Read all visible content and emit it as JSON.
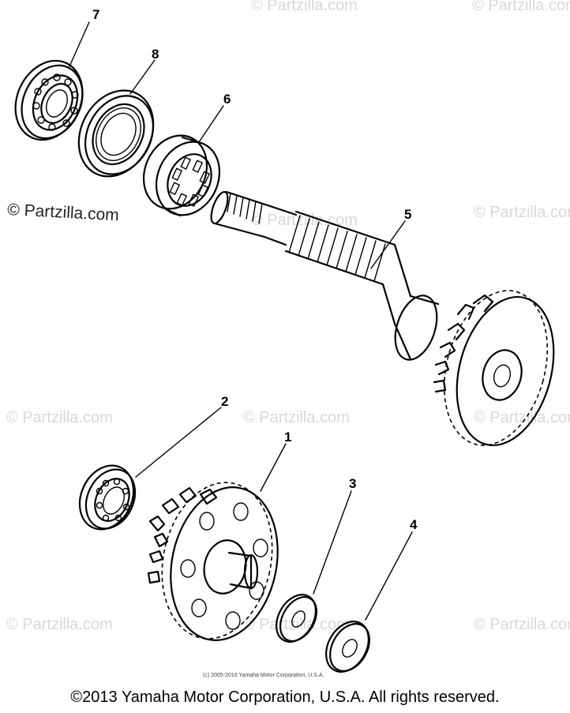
{
  "watermarks": {
    "text": "© Partzilla.com",
    "strong_text": "© Partzilla.com"
  },
  "callouts": [
    {
      "id": "callout-7",
      "label": "7"
    },
    {
      "id": "callout-8",
      "label": "8"
    },
    {
      "id": "callout-6",
      "label": "6"
    },
    {
      "id": "callout-5",
      "label": "5"
    },
    {
      "id": "callout-2",
      "label": "2"
    },
    {
      "id": "callout-1",
      "label": "1"
    },
    {
      "id": "callout-3",
      "label": "3"
    },
    {
      "id": "callout-4",
      "label": "4"
    }
  ],
  "footer": {
    "small_copyright": "(c) 2005-2016 Yamaha Motor Corporation, U.S.A.",
    "copyright": "©2013 Yamaha Motor Corporation, U.S.A. All rights reserved."
  }
}
